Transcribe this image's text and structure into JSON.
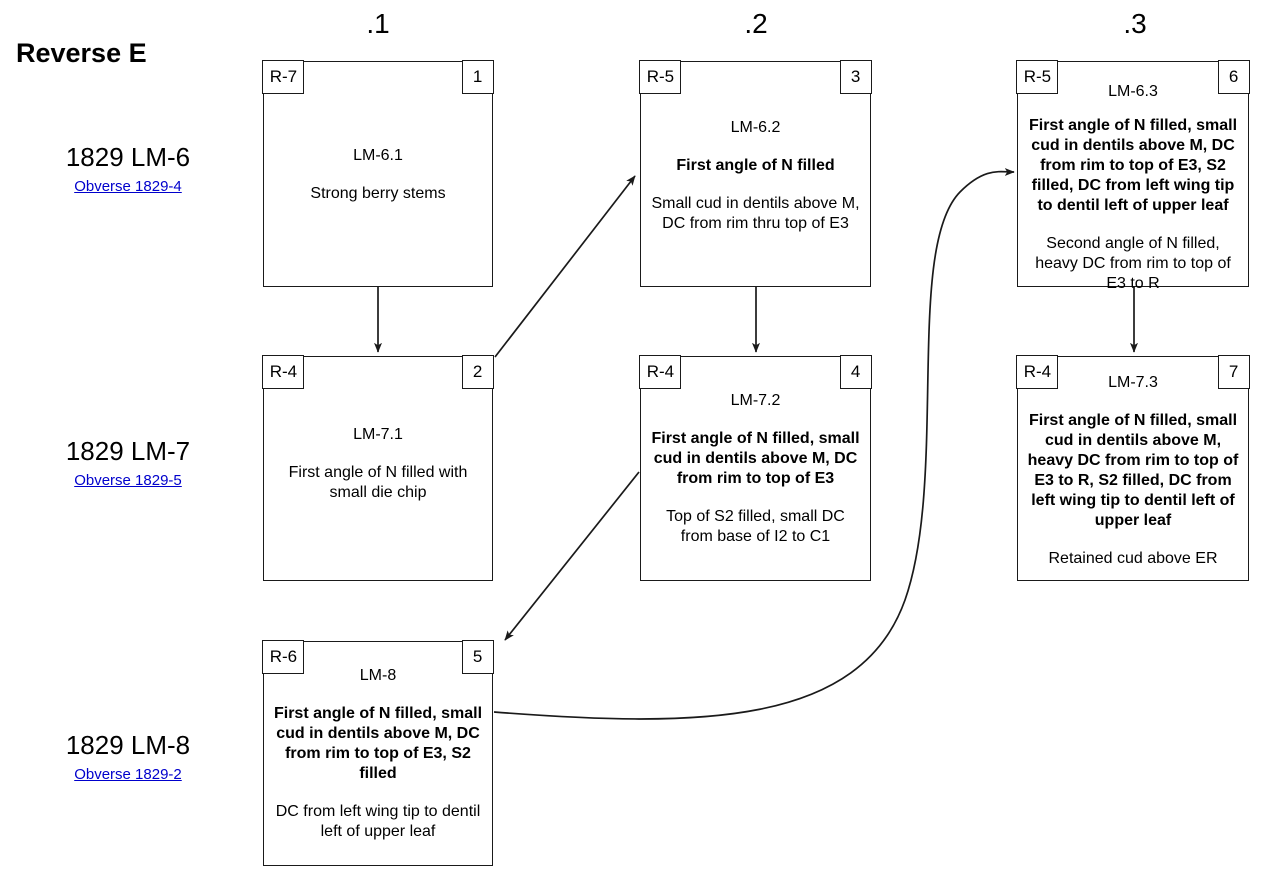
{
  "title": "Reverse E",
  "columns": [
    {
      "label": ".1"
    },
    {
      "label": ".2"
    },
    {
      "label": ".3"
    }
  ],
  "rows": [
    {
      "title": "1829 LM-6",
      "link": "Obverse 1829-4"
    },
    {
      "title": "1829 LM-7",
      "link": "Obverse 1829-5"
    },
    {
      "title": "1829 LM-8",
      "link": "Obverse 1829-2"
    }
  ],
  "nodes": [
    {
      "key": "n1",
      "rev_tag": "R-7",
      "num_tag": "1",
      "id_label": "LM-6.1",
      "bold_text": "",
      "plain_text": "Strong berry stems"
    },
    {
      "key": "n2",
      "rev_tag": "R-4",
      "num_tag": "2",
      "id_label": "LM-7.1",
      "bold_text": "",
      "plain_text": "First angle of N filled with small die chip"
    },
    {
      "key": "n3",
      "rev_tag": "R-5",
      "num_tag": "3",
      "id_label": "LM-6.2",
      "bold_text": "First angle of N filled",
      "plain_text": "Small cud in dentils above M, DC from rim thru top of E3"
    },
    {
      "key": "n4",
      "rev_tag": "R-4",
      "num_tag": "4",
      "id_label": "LM-7.2",
      "bold_text": "First angle of N filled, small cud in dentils above M, DC from rim to top of E3",
      "plain_text": "Top of S2 filled, small DC from base of I2 to C1"
    },
    {
      "key": "n5",
      "rev_tag": "R-6",
      "num_tag": "5",
      "id_label": "LM-8",
      "bold_text": "First angle of N filled, small cud in dentils above M, DC from rim to top of E3, S2 filled",
      "plain_text": "DC from left wing tip to dentil left of upper leaf"
    },
    {
      "key": "n6",
      "rev_tag": "R-5",
      "num_tag": "6",
      "id_label": "LM-6.3",
      "bold_text": "First angle of N filled, small cud in dentils above M, DC from rim to top of E3, S2 filled, DC from left wing tip to dentil left of upper leaf",
      "plain_text": "Second angle of N filled, heavy DC from rim to top of E3 to R"
    },
    {
      "key": "n7",
      "rev_tag": "R-4",
      "num_tag": "7",
      "id_label": "LM-7.3",
      "bold_text": "First angle of N filled, small cud in dentils above M, heavy DC from rim to top of E3 to R, S2 filled, DC from left wing tip to dentil left of upper leaf",
      "plain_text": "Retained cud above ER"
    }
  ],
  "edges": [
    {
      "from": "n1",
      "to": "n2",
      "kind": "vertical"
    },
    {
      "from": "n2",
      "to": "n3",
      "kind": "diagonal-up"
    },
    {
      "from": "n3",
      "to": "n4",
      "kind": "vertical"
    },
    {
      "from": "n4",
      "to": "n5",
      "kind": "diagonal-down"
    },
    {
      "from": "n5",
      "to": "n6",
      "kind": "curve-s"
    },
    {
      "from": "n6",
      "to": "n7",
      "kind": "vertical"
    }
  ],
  "colors": {
    "background": "#ffffff",
    "stroke": "#1a1a1a",
    "text": "#000000",
    "link": "#0000cc"
  }
}
